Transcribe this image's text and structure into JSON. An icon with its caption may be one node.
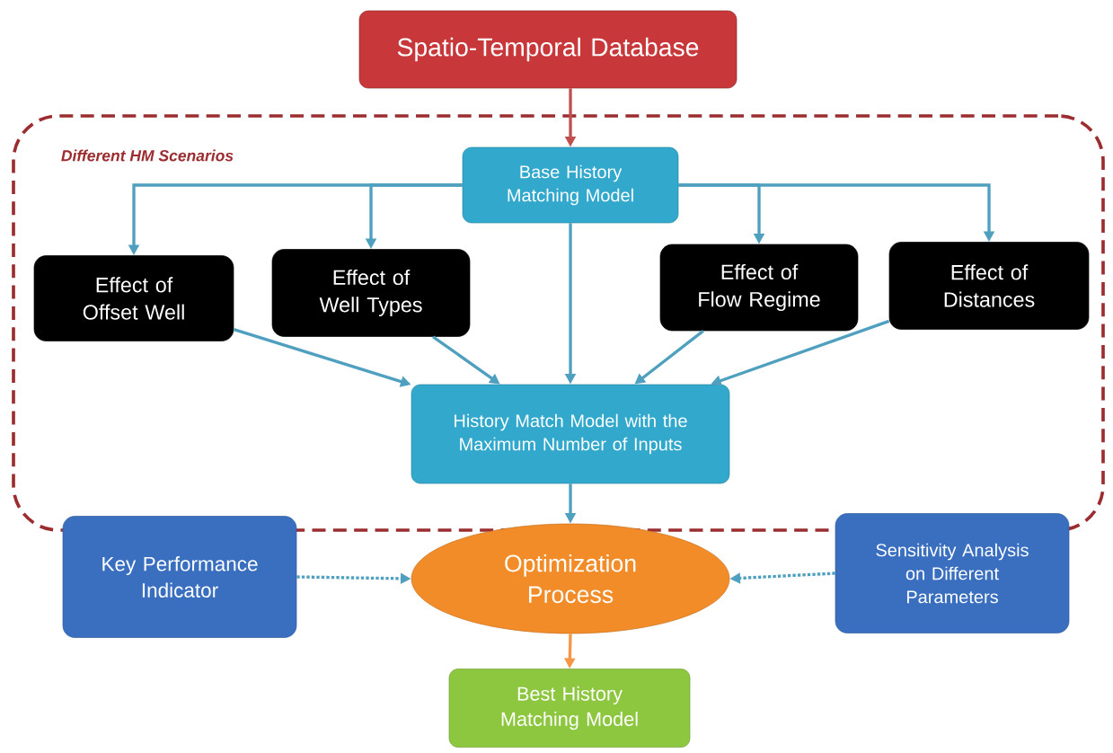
{
  "diagram": {
    "nodes": [
      {
        "text": [
          "Spatio-Temporal Database"
        ]
      },
      {
        "text": [
          "Different HM Scenarios"
        ]
      },
      {
        "text": [
          "Base History Matching Model"
        ],
        "in": 1
      },
      {
        "text": [
          "Effect of Offset Well"
        ],
        "in": 1
      },
      {
        "text": [
          "Effect of Well Types"
        ],
        "in": 1
      },
      {
        "text": [
          "Effect of Flow Regime"
        ],
        "in": 1
      },
      {
        "text": [
          "Effect of Distances"
        ],
        "in": 1
      },
      {
        "text": [
          "History Match Model with the Maximum Number of Inputs"
        ],
        "in": 1
      },
      {
        "text": [
          "Key Performance Indicator"
        ]
      },
      {
        "text": [
          "Optimization Process"
        ]
      },
      {
        "text": [
          "Sensitivity Analysis on Different Parameters"
        ]
      },
      {
        "text": [
          "Best History Matching Model"
        ]
      }
    ],
    "edges": [
      {
        "from": 0,
        "to": 2,
        "arrow": "to",
        "color": "#c0504d"
      },
      {
        "from": 2,
        "to": 3,
        "arrow": "to"
      },
      {
        "from": 2,
        "to": 4,
        "arrow": "to"
      },
      {
        "from": 2,
        "to": 5,
        "arrow": "to"
      },
      {
        "from": 2,
        "to": 6,
        "arrow": "to"
      },
      {
        "from": 2,
        "to": 7,
        "arrow": "to"
      },
      {
        "from": 3,
        "to": 7,
        "arrow": "to"
      },
      {
        "from": 4,
        "to": 7,
        "arrow": "to"
      },
      {
        "from": 5,
        "to": 7,
        "arrow": "to"
      },
      {
        "from": 6,
        "to": 7,
        "arrow": "to"
      },
      {
        "from": 7,
        "to": 9,
        "arrow": "to"
      },
      {
        "from": 8,
        "to": 9,
        "arrow": "to",
        "style": "dashed"
      },
      {
        "from": 10,
        "to": 9,
        "arrow": "to",
        "style": "dashed"
      },
      {
        "from": 9,
        "to": 11,
        "arrow": "to",
        "color": "#f79646"
      }
    ]
  }
}
